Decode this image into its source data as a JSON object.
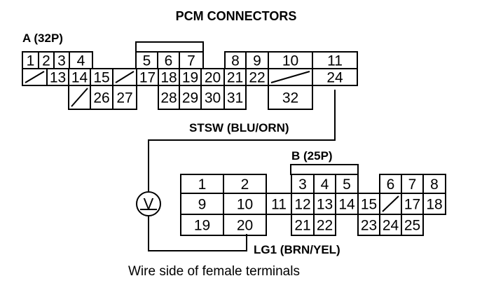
{
  "title": "PCM CONNECTORS",
  "connector_a": {
    "label": "A (32P)",
    "cells": [
      {
        "t": "1"
      },
      {
        "t": "2"
      },
      {
        "t": "3"
      },
      {
        "t": "4"
      },
      {
        "t": "5"
      },
      {
        "t": "6"
      },
      {
        "t": "7"
      },
      {
        "t": "8"
      },
      {
        "t": "9"
      },
      {
        "t": "10"
      },
      {
        "t": "11"
      },
      {
        "t": ""
      },
      {
        "t": "13"
      },
      {
        "t": "14"
      },
      {
        "t": "15"
      },
      {
        "t": ""
      },
      {
        "t": "17"
      },
      {
        "t": "18"
      },
      {
        "t": "19"
      },
      {
        "t": "20"
      },
      {
        "t": "21"
      },
      {
        "t": "22"
      },
      {
        "t": ""
      },
      {
        "t": "24"
      },
      {
        "t": ""
      },
      {
        "t": "26"
      },
      {
        "t": "27"
      },
      {
        "t": "28"
      },
      {
        "t": "29"
      },
      {
        "t": "30"
      },
      {
        "t": "31"
      },
      {
        "t": "32"
      }
    ]
  },
  "connector_b": {
    "label": "B (25P)",
    "cells": [
      {
        "t": "1"
      },
      {
        "t": "2"
      },
      {
        "t": "3"
      },
      {
        "t": "4"
      },
      {
        "t": "5"
      },
      {
        "t": "6"
      },
      {
        "t": "7"
      },
      {
        "t": "8"
      },
      {
        "t": "9"
      },
      {
        "t": "10"
      },
      {
        "t": "11"
      },
      {
        "t": "12"
      },
      {
        "t": "13"
      },
      {
        "t": "14"
      },
      {
        "t": "15"
      },
      {
        "t": ""
      },
      {
        "t": "17"
      },
      {
        "t": "18"
      },
      {
        "t": "19"
      },
      {
        "t": "20"
      },
      {
        "t": "21"
      },
      {
        "t": "22"
      },
      {
        "t": "23"
      },
      {
        "t": "24"
      },
      {
        "t": "25"
      }
    ]
  },
  "wire_a_label": "STSW (BLU/ORN)",
  "wire_b_label": "LG1 (BRN/YEL)",
  "meter_symbol": "V",
  "caption": "Wire side of female terminals"
}
